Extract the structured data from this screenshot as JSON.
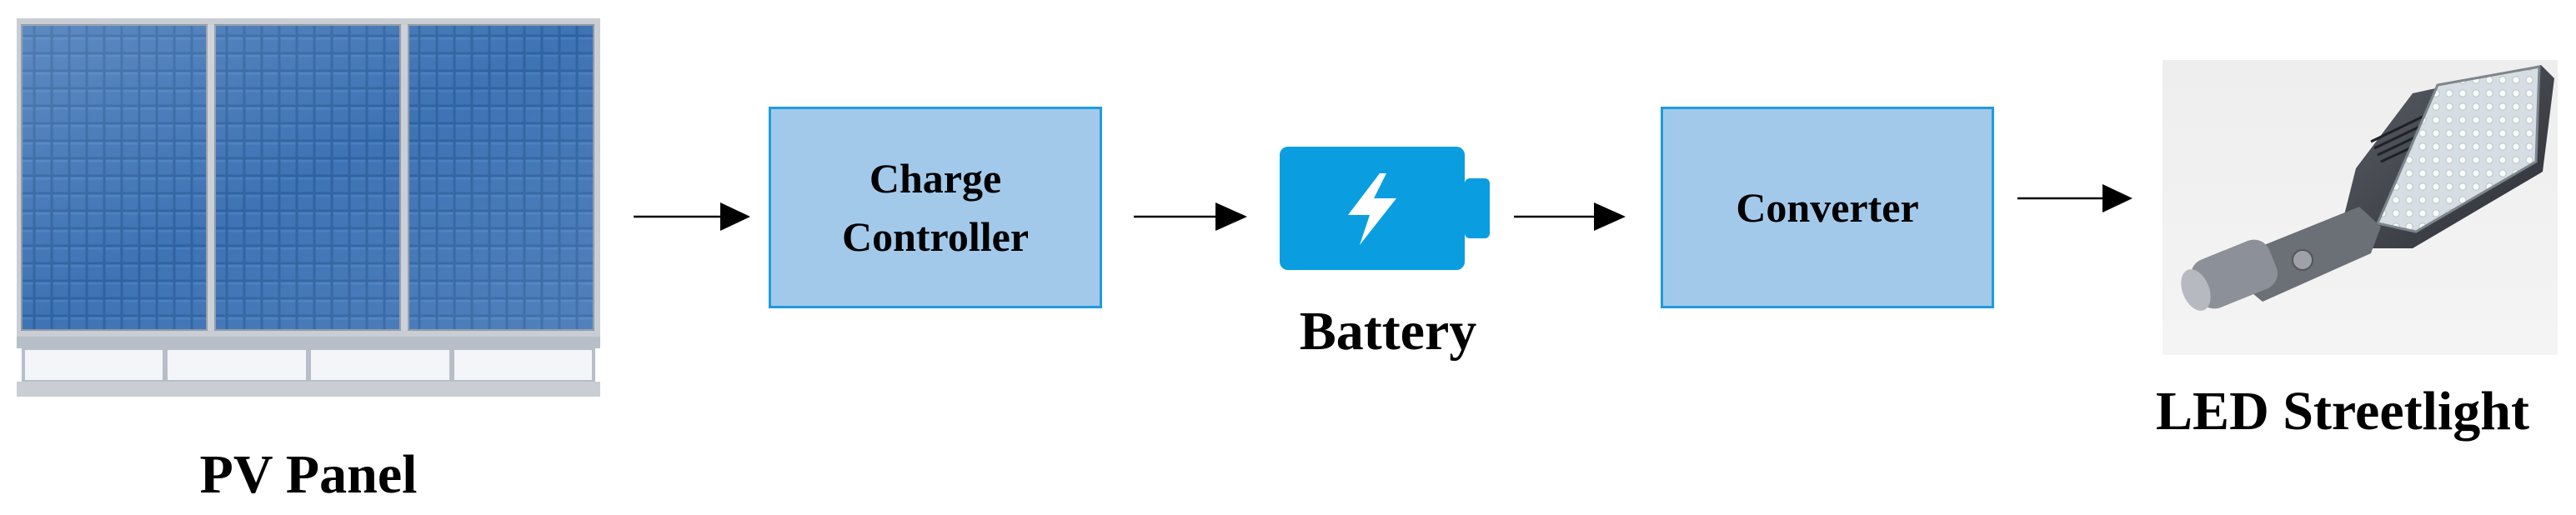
{
  "nodes": {
    "pv_panel": {
      "label": "PV Panel"
    },
    "charge_controller": {
      "line1": "Charge",
      "line2": "Controller"
    },
    "battery": {
      "label": "Battery"
    },
    "converter": {
      "label": "Converter"
    },
    "led_streetlight": {
      "label": "LED Streetlight"
    }
  },
  "colors": {
    "box_fill": "#a3c9ea",
    "box_border": "#1f9be0",
    "battery_blue": "#0a9ee0",
    "panel_frame": "#c9ced5",
    "panel_cell": "#2b5f9e",
    "arrow": "#000000"
  },
  "icons": {
    "pv_panel": "solar-panel-icon",
    "battery": "battery-icon",
    "streetlight": "led-streetlight-icon"
  }
}
